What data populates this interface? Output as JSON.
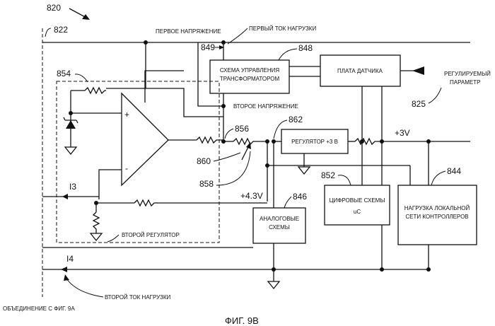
{
  "figure": {
    "number": "820",
    "caption": "ФИГ. 9В",
    "junction_label": "ОБЪЕДИНЕНИЕ С ФИГ. 9А"
  },
  "refs": {
    "r822": "822",
    "r825": "825",
    "r844": "844",
    "r846": "846",
    "r848": "848",
    "r849": "849",
    "r852": "852",
    "r854": "854",
    "r856": "856",
    "r858": "858",
    "r860": "860",
    "r862": "862"
  },
  "labels": {
    "first_voltage": "ПЕРВОЕ НАПРЯЖЕНИЕ",
    "first_load_current": "ПЕРВЫЙ ТОК НАГРУЗКИ",
    "second_voltage": "ВТОРОЕ НАПРЯЖЕНИЕ",
    "regulated_param_1": "РЕГУЛИРУЕМЫЙ",
    "regulated_param_2": "ПАРАМЕТР",
    "plus3v": "+3V",
    "plus43v": "+4.3V",
    "i3": "I3",
    "i4": "I4",
    "second_regulator": "ВТОРОЙ РЕГУЛЯТОР",
    "second_load_current": "ВТОРОЙ ТОК НАГРУЗКИ",
    "opamp_plus": "+",
    "opamp_minus": "-"
  },
  "blocks": {
    "transformer_ctrl_1": "СХЕМА УПРАВЛЕНИЯ",
    "transformer_ctrl_2": "ТРАНСФОРМАТОРОМ",
    "sensor_board": "ПЛАТА ДАТЧИКА",
    "regulator_3v": "РЕГУЛЯТОР +3 В",
    "analog_1": "АНАЛОГОВЫЕ",
    "analog_2": "СХЕМЫ",
    "digital_1": "ЦИФРОВЫЕ СХЕМЫ",
    "digital_2": "uC",
    "can_load_1": "НАГРУЗКА ЛОКАЛЬНОЙ",
    "can_load_2": "СЕТИ КОНТРОЛЛЕРОВ"
  }
}
